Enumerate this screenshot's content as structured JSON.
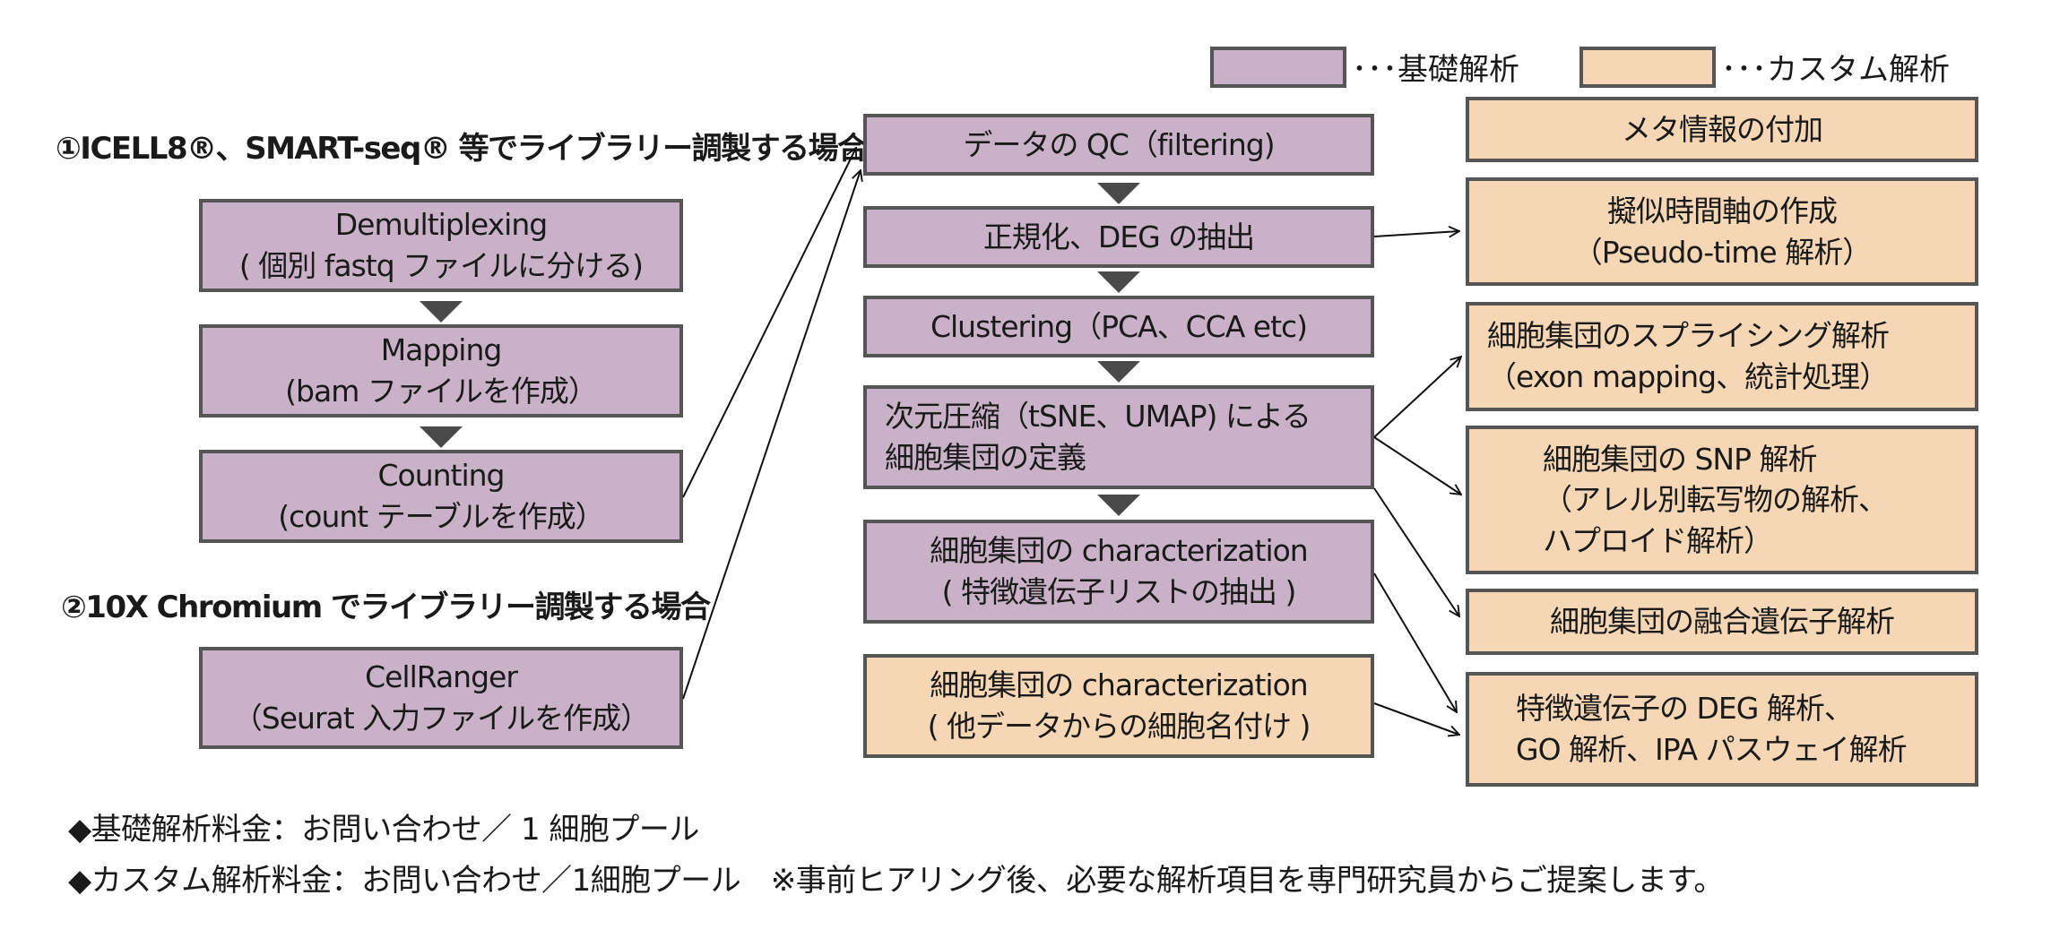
{
  "legend": {
    "basic_label": "･･･基礎解析",
    "custom_label": "･･･カスタム解析",
    "basic_color": "#c9b2c8",
    "custom_color": "#f6d7b5"
  },
  "headings": {
    "case1": "①ICELL8®、SMART-seq® 等でライブラリー調製する場合",
    "case2": "②10X Chromium でライブラリー調製する場合"
  },
  "left_steps": [
    {
      "text": "Demultiplexing\n( 個別 fastq ファイルに分ける)",
      "type": "basic"
    },
    {
      "text": "Mapping\n(bam ファイルを作成）",
      "type": "basic"
    },
    {
      "text": "Counting\n(count テーブルを作成）",
      "type": "basic"
    }
  ],
  "chromium_step": {
    "text": "CellRanger\n（Seurat 入力ファイルを作成）",
    "type": "basic"
  },
  "center_steps": [
    {
      "text": "データの QC（filtering)",
      "type": "basic"
    },
    {
      "text": "正規化、DEG の抽出",
      "type": "basic"
    },
    {
      "text": "Clustering（PCA、CCA etc)",
      "type": "basic"
    },
    {
      "text": "次元圧縮（tSNE、UMAP) による\n細胞集団の定義",
      "type": "basic"
    },
    {
      "text": "細胞集団の characterization\n( 特徴遺伝子リストの抽出 )",
      "type": "basic"
    },
    {
      "text": "細胞集団の characterization\n( 他データからの細胞名付け )",
      "type": "custom"
    }
  ],
  "right_steps": [
    {
      "text": "メタ情報の付加",
      "type": "custom"
    },
    {
      "text": "擬似時間軸の作成\n（Pseudo-time 解析）",
      "type": "custom"
    },
    {
      "text": "細胞集団のスプライシング解析\n（exon mapping、統計処理）",
      "type": "custom"
    },
    {
      "text": "細胞集団の SNP 解析\n（アレル別転写物の解析、\nハプロイド解析）",
      "type": "custom"
    },
    {
      "text": "細胞集団の融合遺伝子解析",
      "type": "custom"
    },
    {
      "text": "特徴遺伝子の DEG 解析、\nGO 解析、IPA パスウェイ解析",
      "type": "custom"
    }
  ],
  "notes": {
    "basic_price": "◆基礎解析料金：お問い合わせ／ 1 細胞プール",
    "custom_price": "◆カスタム解析料金：お問い合わせ／1細胞プール　※事前ヒアリング後、必要な解析項目を専門研究員からご提案します。"
  },
  "connections": [
    {
      "from": "Counting",
      "to": "データの QC"
    },
    {
      "from": "CellRanger",
      "to": "データの QC"
    },
    {
      "from": "正規化、DEG の抽出",
      "to": "擬似時間軸の作成"
    },
    {
      "from": "次元圧縮",
      "to": "細胞集団のスプライシング解析"
    },
    {
      "from": "次元圧縮",
      "to": "細胞集団の SNP 解析"
    },
    {
      "from": "次元圧縮",
      "to": "細胞集団の融合遺伝子解析"
    },
    {
      "from": "細胞集団の characterization (特徴遺伝子)",
      "to": "特徴遺伝子の DEG 解析"
    },
    {
      "from": "細胞集団の characterization (他データ)",
      "to": "特徴遺伝子の DEG 解析"
    }
  ]
}
